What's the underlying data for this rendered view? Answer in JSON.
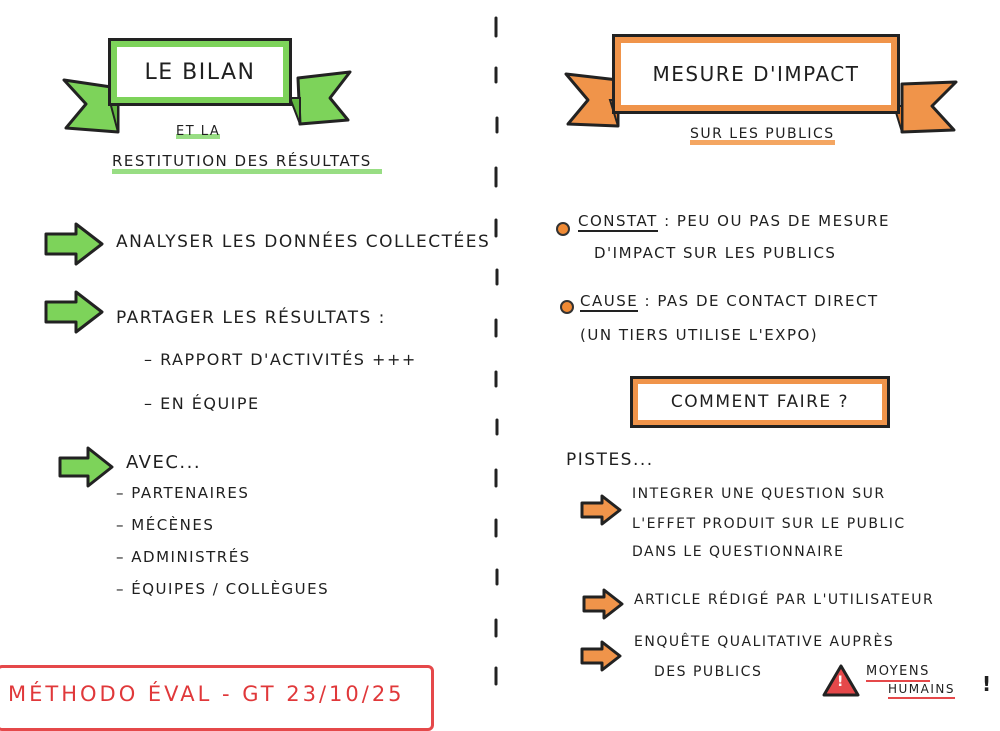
{
  "colors": {
    "left_accent": "#7dd35a",
    "right_accent": "#f0944a",
    "footer_red": "#e5484a",
    "ink": "#1f1f1f"
  },
  "left": {
    "title": "LE BILAN",
    "subtitle_line1": "ET LA",
    "subtitle_line2": "RESTITUTION DES RÉSULTATS",
    "items": [
      {
        "text": "ANALYSER LES DONNÉES COLLECTÉES"
      },
      {
        "text": "PARTAGER LES RÉSULTATS :",
        "sub": [
          "– RAPPORT D'ACTIVITÉS +++",
          "– EN ÉQUIPE"
        ]
      },
      {
        "text": "AVEC...",
        "sub": [
          "– PARTENAIRES",
          "– MÉCÈNES",
          "– ADMINISTRÉS",
          "– ÉQUIPES / COLLÈGUES"
        ]
      }
    ]
  },
  "right": {
    "title": "MESURE D'IMPACT",
    "subtitle": "SUR LES PUBLICS",
    "constat_label": "CONSTAT",
    "constat_line1": ": PEU OU PAS DE MESURE",
    "constat_line2": "D'IMPACT SUR LES PUBLICS",
    "cause_label": "CAUSE",
    "cause_line1": ": PAS DE CONTACT DIRECT",
    "cause_line2": "(UN TIERS UTILISE L'EXPO)",
    "question": "COMMENT FAIRE ?",
    "pistes": "PISTES...",
    "items": [
      [
        "INTEGRER UNE QUESTION SUR",
        "L'EFFET PRODUIT SUR LE PUBLIC",
        "DANS LE QUESTIONNAIRE"
      ],
      [
        "ARTICLE RÉDIGÉ PAR L'UTILISATEUR"
      ],
      [
        "ENQUÊTE QUALITATIVE AUPRÈS",
        "DES PUBLICS"
      ]
    ],
    "warning_icon_label": "!",
    "moyens": "MOYENS",
    "humains": "HUMAINS",
    "exclaim": "!"
  },
  "footer": "MÉTHODO ÉVAL - GT 23/10/25"
}
